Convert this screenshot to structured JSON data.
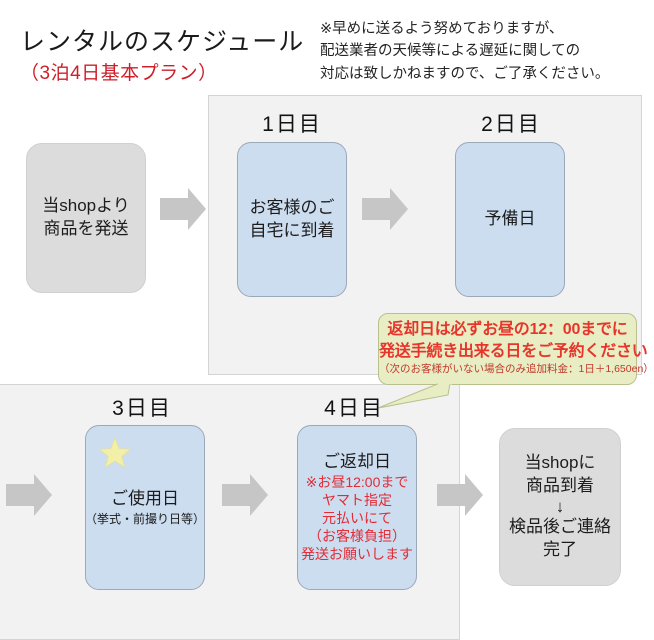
{
  "header": {
    "title": "レンタルのスケジュール",
    "subtitle": "（3泊4日基本プラン）",
    "note": {
      "line1": "※早めに送るよう努めておりますが、",
      "line2": "配送業者の天候等による遅延に関しての",
      "line3": "対応は致しかねますので、ご了承ください。"
    }
  },
  "flow": {
    "start_box": {
      "line1": "当shopより",
      "line2": "商品を発送"
    },
    "day1": {
      "day_label": "1日目",
      "line1": "お客様のご",
      "line2": "自宅に到着"
    },
    "day2": {
      "day_label": "2日目",
      "line1": "予備日"
    },
    "day3": {
      "day_label": "3日目",
      "line1": "ご使用日",
      "line2": "（挙式・前撮り日等）",
      "star_icon": "star-icon"
    },
    "day4": {
      "day_label": "4日目",
      "line1": "ご返却日",
      "red1": "※お昼12:00まで",
      "red2": "ヤマト指定",
      "red3": "元払いにて",
      "red4": "（お客様負担）",
      "red5": "発送お願いします"
    },
    "end_box": {
      "line1": "当shopに",
      "line2": "商品到着",
      "arrow_glyph": "↓",
      "line3": "検品後ご連絡",
      "line4": "完了"
    }
  },
  "callout": {
    "line1": "返却日は必ずお昼の12：00までに",
    "line2": "発送手続き出来る日をご予約ください",
    "fine_print": "（次のお客様がいない場合のみ追加料金：1日＋1,650en）"
  },
  "colors": {
    "blue_box": "#ccddf0",
    "gray_box": "#dcdcdc",
    "panel": "#f2f2f2",
    "arrow": "#c6c6c6",
    "red_accent": "#cc1f2a",
    "callout_bg": "#e8edc4",
    "star": "#f2f0a8"
  }
}
